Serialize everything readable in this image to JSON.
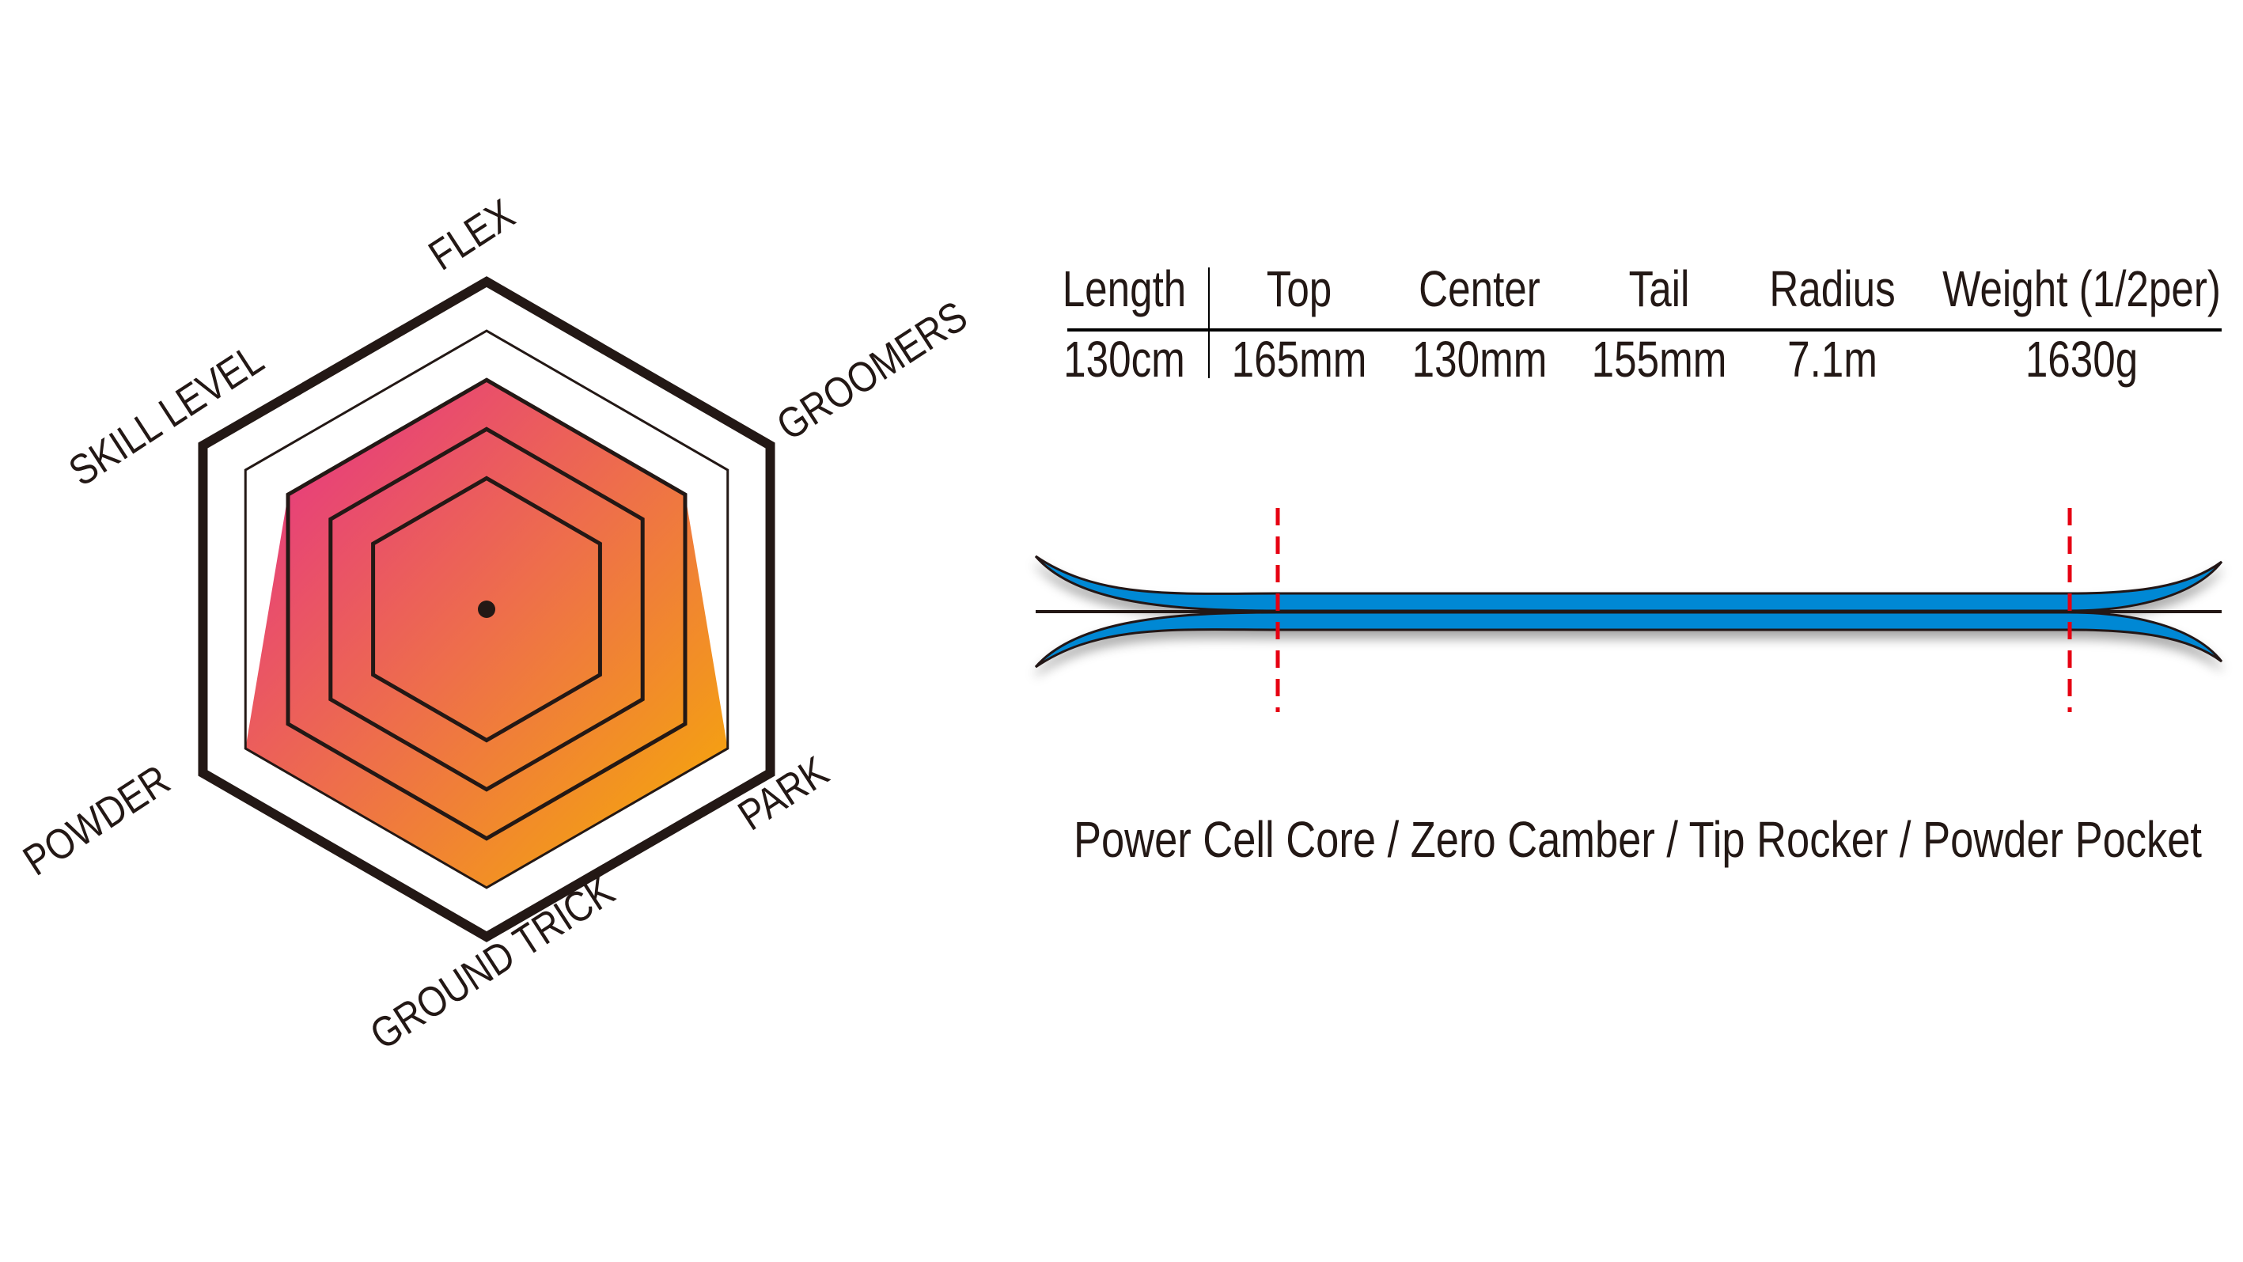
{
  "chart_data": {
    "type": "radar",
    "axes": [
      "FLEX",
      "GROOMERS",
      "PARK",
      "GROUND TRICK",
      "POWDER",
      "SKILL LEVEL"
    ],
    "values": [
      3,
      3,
      4,
      4,
      4,
      3
    ],
    "rlim": [
      0,
      5
    ],
    "ring_levels": [
      1,
      2,
      3,
      4,
      5
    ],
    "gradient": [
      "#e42e8c",
      "#ee6f4a",
      "#f6b000"
    ]
  },
  "specs": {
    "headers": [
      "Length",
      "Top",
      "Center",
      "Tail",
      "Radius",
      "Weight (1/2per)"
    ],
    "values": [
      "130cm",
      "165mm",
      "130mm",
      "155mm",
      "7.1m",
      "1630g"
    ]
  },
  "ski": {
    "color": "#0088d4",
    "marker_color": "#e60012"
  },
  "caption": "Power Cell Core / Zero Camber / Tip Rocker / Powder Pocket"
}
